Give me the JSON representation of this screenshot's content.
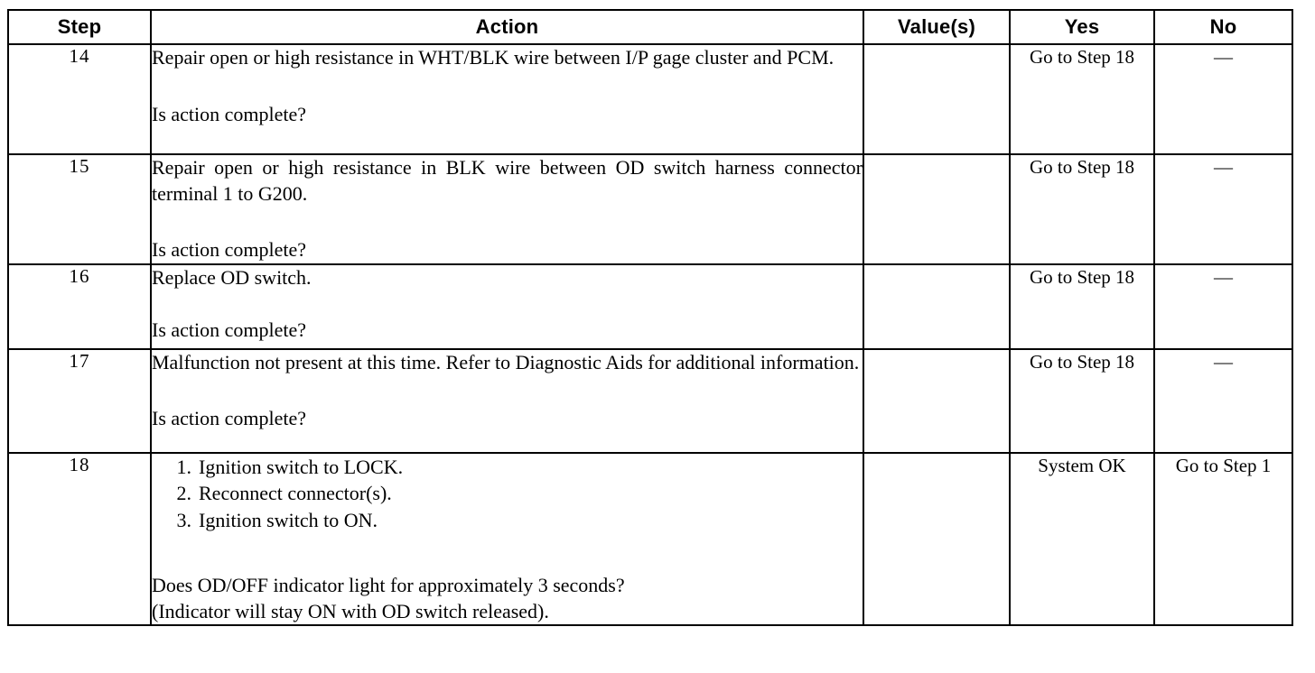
{
  "table": {
    "headers": [
      "Step",
      "Action",
      "Value(s)",
      "Yes",
      "No"
    ],
    "rows": [
      {
        "step": "14",
        "action_paragraph": "Repair open or high resistance in WHT/BLK wire between I/P gage cluster and PCM.",
        "action_question": "Is action complete?",
        "value": "",
        "yes": "Go to Step 18",
        "no": "—"
      },
      {
        "step": "15",
        "action_paragraph": "Repair open or high resistance in BLK wire between OD switch harness connector terminal 1 to G200.",
        "action_question": "Is action complete?",
        "value": "",
        "yes": "Go to Step 18",
        "no": "—"
      },
      {
        "step": "16",
        "action_paragraph": "Replace OD switch.",
        "action_question": "Is action complete?",
        "value": "",
        "yes": "Go to Step 18",
        "no": "—"
      },
      {
        "step": "17",
        "action_paragraph": "Malfunction not present at this time. Refer to Diagnostic Aids for additional information.",
        "action_question": "Is action complete?",
        "value": "",
        "yes": "Go to Step 18",
        "no": "—"
      },
      {
        "step": "18",
        "action_list": [
          {
            "num": "1.",
            "text": "Ignition switch to LOCK."
          },
          {
            "num": "2.",
            "text": "Reconnect connector(s)."
          },
          {
            "num": "3.",
            "text": "Ignition switch to ON."
          }
        ],
        "action_question_line1": "Does OD/OFF indicator light for approximately 3 seconds?",
        "action_question_line2": "(Indicator will stay ON with OD switch released).",
        "value": "",
        "yes": "System OK",
        "no": "Go to Step 1"
      }
    ]
  },
  "colors": {
    "border": "#000000",
    "text": "#000000",
    "background": "#ffffff"
  }
}
